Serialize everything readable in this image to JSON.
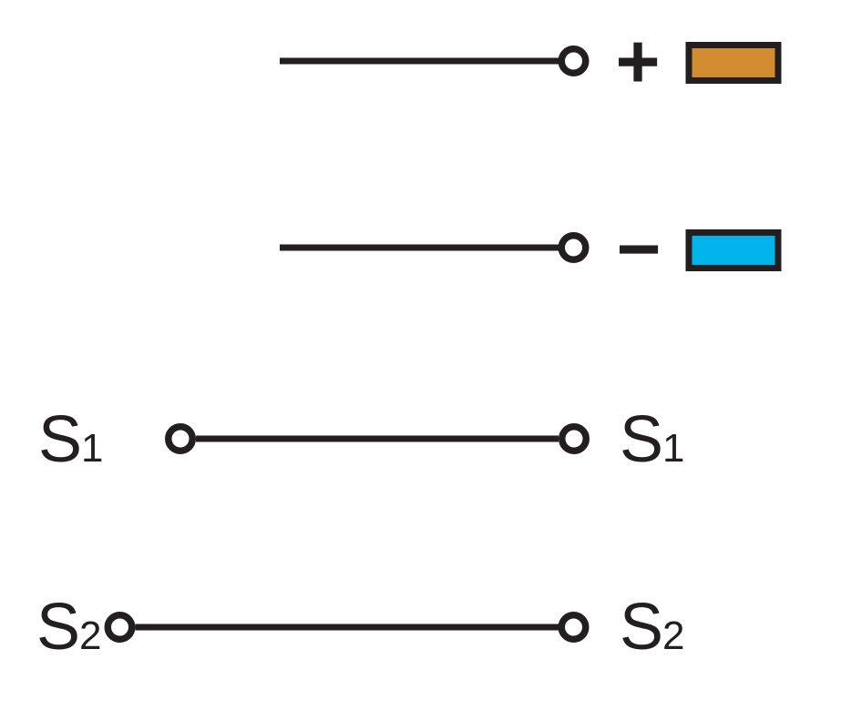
{
  "diagram": {
    "background_color": "#ffffff",
    "line_color": "#231f20",
    "rows": [
      {
        "kind": "supply",
        "polarity": "+",
        "marker_color": "#d08c2e"
      },
      {
        "kind": "supply",
        "polarity": "−",
        "marker_color": "#00b4e9"
      },
      {
        "kind": "signal",
        "left_label": "S",
        "left_sub": "1",
        "right_label": "S",
        "right_sub": "1"
      },
      {
        "kind": "signal",
        "left_label": "S",
        "left_sub": "2",
        "right_label": "S",
        "right_sub": "2"
      }
    ]
  }
}
